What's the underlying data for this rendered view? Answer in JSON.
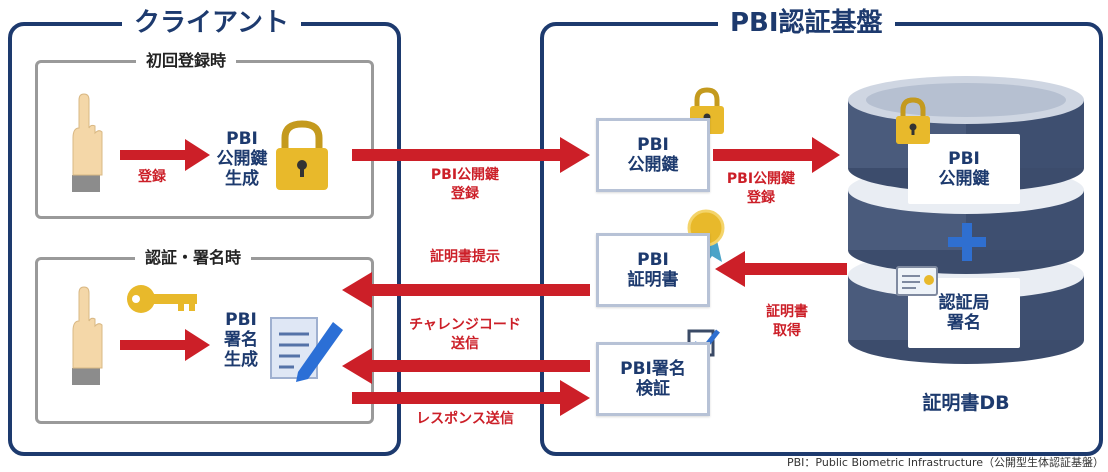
{
  "client": {
    "title": "クライアント",
    "registration": {
      "title": "初回登録時",
      "arrow_label": "登録",
      "generate_label": [
        "PBI",
        "公開鍵",
        "生成"
      ]
    },
    "auth": {
      "title": "認証・署名時",
      "generate_label": [
        "PBI",
        "署名",
        "生成"
      ]
    }
  },
  "infra": {
    "title": "PBI認証基盤",
    "pubkey_card": [
      "PBI",
      "公開鍵"
    ],
    "cert_card": [
      "PBI",
      "証明書"
    ],
    "verify_card": [
      "PBI署名",
      "検証"
    ],
    "pubkey_register_label": [
      "PBI公開鍵",
      "登録"
    ],
    "cert_fetch_label": [
      "証明書",
      "取得"
    ],
    "db": {
      "pubkey_card": [
        "PBI",
        "公開鍵"
      ],
      "ca_card": [
        "認証局",
        "署名"
      ],
      "label": "証明書DB"
    }
  },
  "flows": {
    "send_pubkey": [
      "PBI公開鍵",
      "登録"
    ],
    "present_cert": "証明書提示",
    "send_challenge": [
      "チャレンジコード",
      "送信"
    ],
    "send_response": "レスポンス送信"
  },
  "footnote": "PBI：Public Biometric Infrastructure（公開型生体認証基盤）",
  "colors": {
    "navy": "#1d3a6e",
    "red": "#cc1f28",
    "gold": "#e8b92b",
    "gray_border": "#9a9a9a"
  }
}
